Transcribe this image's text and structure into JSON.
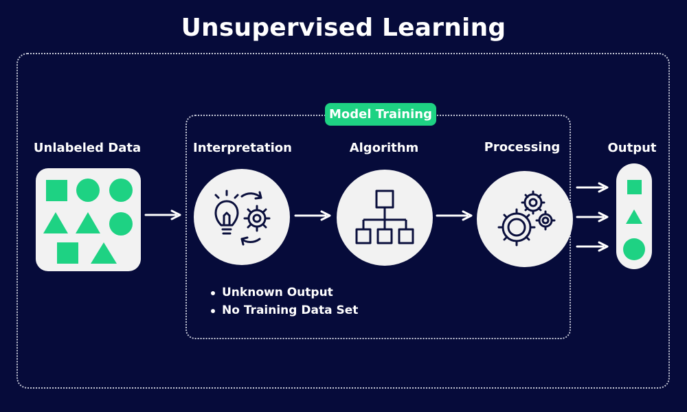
{
  "title": "Unsupervised Learning",
  "model_training_label": "Model Training",
  "stages": {
    "unlabeled_data": "Unlabeled Data",
    "interpretation": "Interpretation",
    "algorithm": "Algorithm",
    "processing": "Processing",
    "output": "Output"
  },
  "bullets": [
    "Unknown Output",
    "No Training Data Set"
  ],
  "icons": {
    "interpretation": "lightbulb-gear-cycle-icon",
    "algorithm": "hierarchy-tree-icon",
    "processing": "gears-icon"
  },
  "colors": {
    "background": "#060b3a",
    "accent": "#1ed283",
    "card": "#f2f2f2",
    "icon_stroke": "#0a0f3c"
  }
}
